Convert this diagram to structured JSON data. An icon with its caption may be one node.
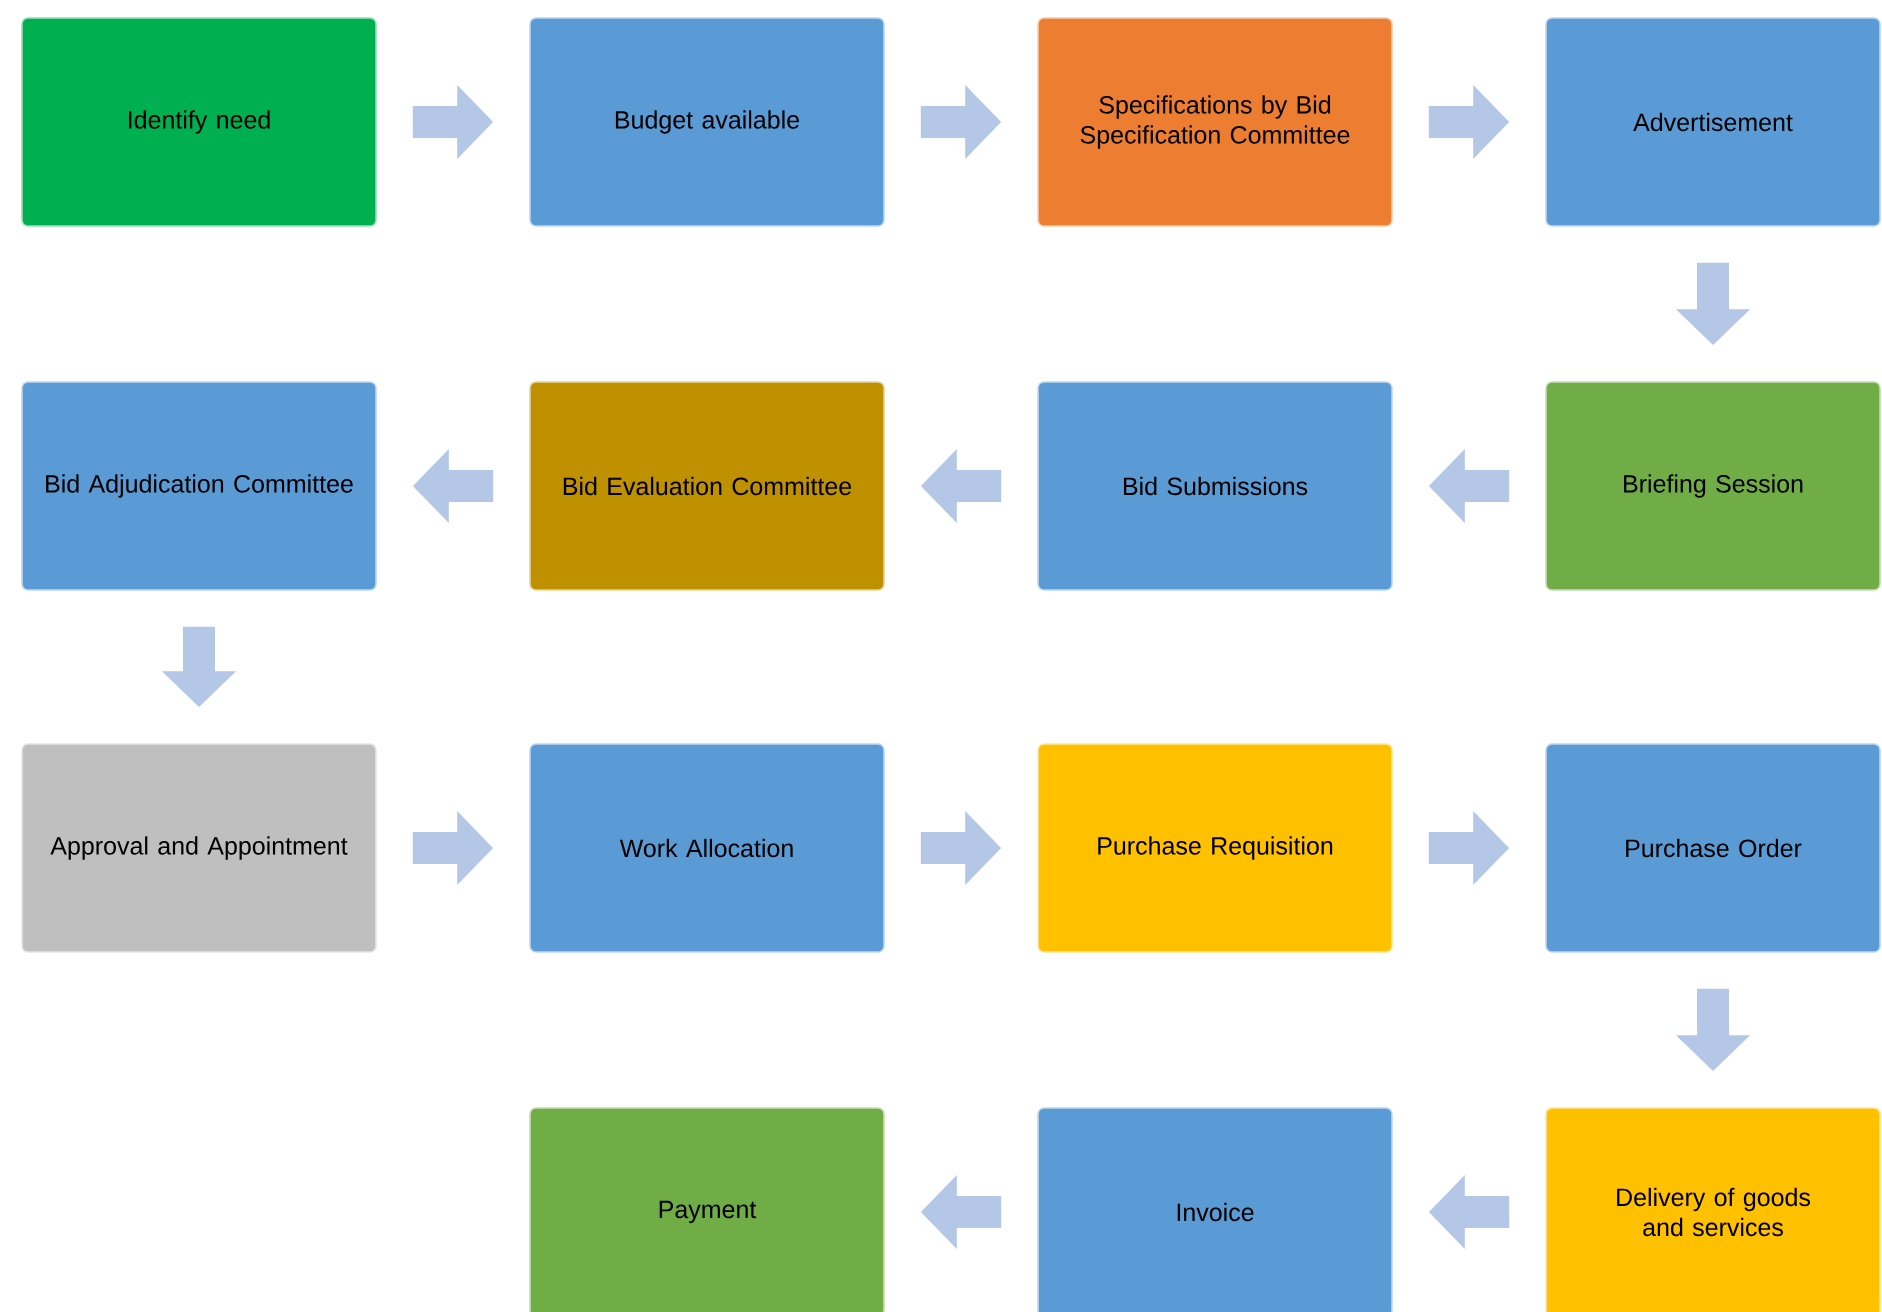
{
  "diagram": {
    "nodes": [
      {
        "text": [
          "Identify need"
        ]
      },
      {
        "text": [
          "Budget available"
        ]
      },
      {
        "text": [
          "Specifications by Bid Specification Committee"
        ]
      },
      {
        "text": [
          "Advertisement"
        ]
      },
      {
        "text": [
          "Briefing Session"
        ]
      },
      {
        "text": [
          "Bid Submissions"
        ]
      },
      {
        "text": [
          "Bid Evaluation Committee"
        ]
      },
      {
        "text": [
          "Bid Adjudication Committee"
        ]
      },
      {
        "text": [
          "Approval and Appointment"
        ]
      },
      {
        "text": [
          "Work Allocation"
        ]
      },
      {
        "text": [
          "Purchase Requisition"
        ]
      },
      {
        "text": [
          "Purchase Order"
        ]
      },
      {
        "text": [
          "Delivery of goods and services"
        ]
      },
      {
        "text": [
          "Invoice"
        ]
      },
      {
        "text": [
          "Payment"
        ]
      }
    ],
    "edges": [
      {
        "from": 0,
        "to": 1,
        "arrow": "to"
      },
      {
        "from": 1,
        "to": 2,
        "arrow": "to"
      },
      {
        "from": 2,
        "to": 3,
        "arrow": "to"
      },
      {
        "from": 3,
        "to": 4,
        "arrow": "to"
      },
      {
        "from": 4,
        "to": 5,
        "arrow": "to"
      },
      {
        "from": 5,
        "to": 6,
        "arrow": "to"
      },
      {
        "from": 6,
        "to": 7,
        "arrow": "to"
      },
      {
        "from": 7,
        "to": 8,
        "arrow": "to"
      },
      {
        "from": 8,
        "to": 9,
        "arrow": "to"
      },
      {
        "from": 9,
        "to": 10,
        "arrow": "to"
      },
      {
        "from": 10,
        "to": 11,
        "arrow": "to"
      },
      {
        "from": 11,
        "to": 12,
        "arrow": "to"
      },
      {
        "from": 12,
        "to": 13,
        "arrow": "to"
      },
      {
        "from": 13,
        "to": 14,
        "arrow": "to"
      }
    ]
  }
}
